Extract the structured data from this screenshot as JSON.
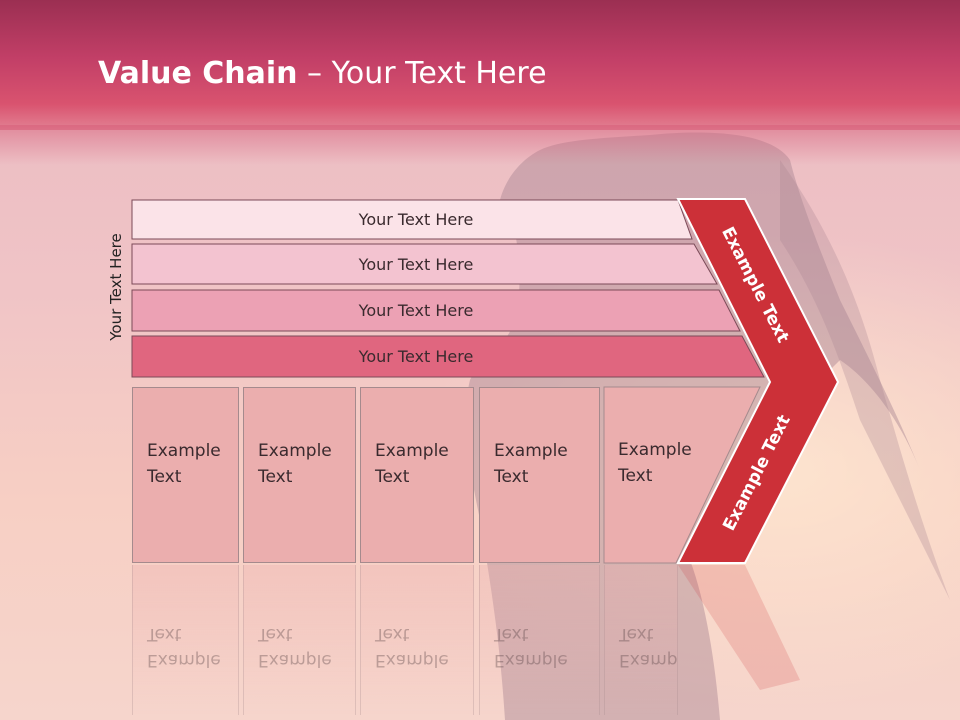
{
  "slide": {
    "title_bold": "Value Chain",
    "title_rest": " – Your Text Here",
    "side_label": "Your Text Here"
  },
  "bars": [
    {
      "label": "Your Text Here",
      "color": "#fbe3e8"
    },
    {
      "label": "Your Text Here",
      "color": "#f3c3d0"
    },
    {
      "label": "Your Text Here",
      "color": "#eca1b4"
    },
    {
      "label": "Your Text Here",
      "color": "#e0667f"
    }
  ],
  "boxes": [
    {
      "line1": "Example",
      "line2": "Text"
    },
    {
      "line1": "Example",
      "line2": "Text"
    },
    {
      "line1": "Example",
      "line2": "Text"
    },
    {
      "line1": "Example",
      "line2": "Text"
    },
    {
      "line1": "Example",
      "line2": "Text"
    }
  ],
  "chevron": {
    "upper_label": "Example Text",
    "lower_label": "Example Text",
    "color": "#cc3038"
  }
}
